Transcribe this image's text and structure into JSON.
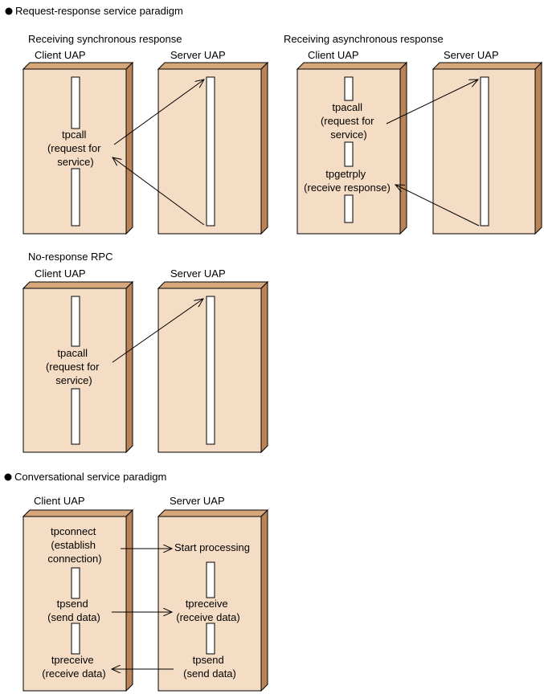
{
  "colors": {
    "box_face": "#f5dcc4",
    "box_top": "#d7a77c",
    "box_side": "#bb8458",
    "outline": "#000000",
    "bar_fill": "#ffffff"
  },
  "sections": {
    "request_response": {
      "heading": "Request-response service paradigm",
      "sync": {
        "title": "Receiving synchronous response",
        "client_label": "Client UAP",
        "server_label": "Server UAP",
        "call_lines": [
          "tpcall",
          "(request for",
          "service)"
        ]
      },
      "async": {
        "title": "Receiving asynchronous response",
        "client_label": "Client UAP",
        "server_label": "Server UAP",
        "call_lines": [
          "tpacall",
          "(request for",
          "service)"
        ],
        "reply_lines": [
          "tpgetrply",
          "(receive response)"
        ]
      },
      "no_response": {
        "title": "No-response RPC",
        "client_label": "Client UAP",
        "server_label": "Server UAP",
        "call_lines": [
          "tpacall",
          "(request for",
          "service)"
        ]
      }
    },
    "conversational": {
      "heading": "Conversational service paradigm",
      "client_label": "Client UAP",
      "server_label": "Server UAP",
      "connect_lines": [
        "tpconnect",
        "(establish",
        "connection)"
      ],
      "start_processing": "Start processing",
      "client_send_lines": [
        "tpsend",
        "(send data)"
      ],
      "server_receive_lines": [
        "tpreceive",
        "(receive data)"
      ],
      "client_receive_lines": [
        "tpreceive",
        "(receive data)"
      ],
      "server_send_lines": [
        "tpsend",
        "(send data)"
      ]
    }
  }
}
